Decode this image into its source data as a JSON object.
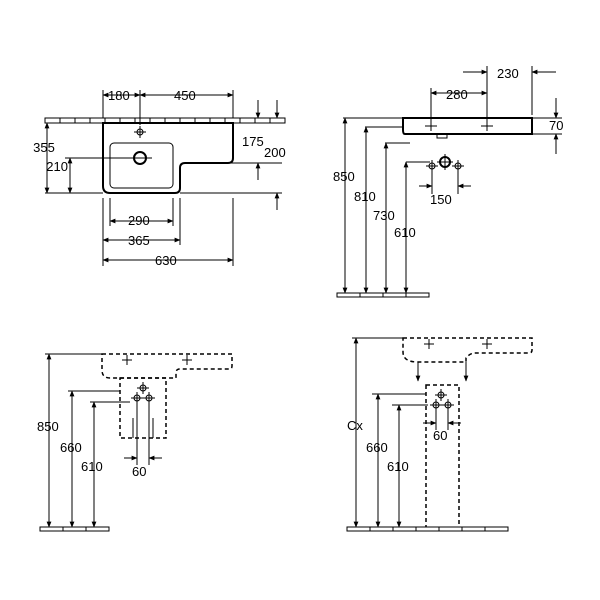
{
  "views": {
    "top_view": {
      "dims": {
        "d180": "180",
        "d450": "450",
        "d355": "355",
        "d210": "210",
        "d175": "175",
        "d200": "200",
        "d290": "290",
        "d365": "365",
        "d630": "630"
      }
    },
    "side_view": {
      "dims": {
        "d230": "230",
        "d280": "280",
        "d70": "70",
        "d850": "850",
        "d810": "810",
        "d730": "730",
        "d610": "610",
        "d150": "150"
      }
    },
    "half_pedestal_view": {
      "dims": {
        "d850": "850",
        "d660": "660",
        "d610": "610",
        "d60": "60"
      }
    },
    "full_pedestal_view": {
      "dims": {
        "dCx": "Cx",
        "d660": "660",
        "d610": "610",
        "d60": "60"
      }
    }
  }
}
